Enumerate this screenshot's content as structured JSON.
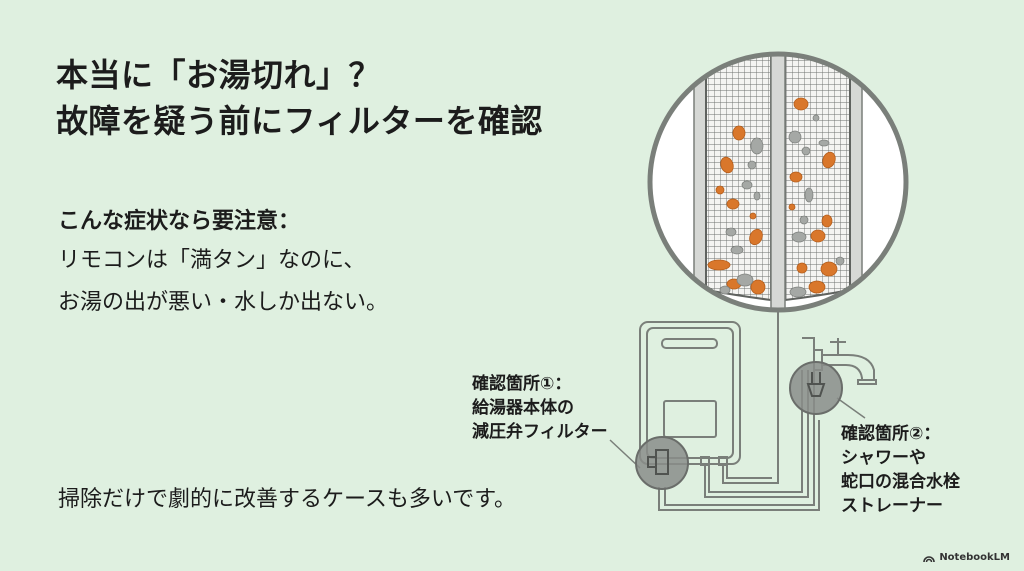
{
  "title": {
    "line1": "本当に「お湯切れ」？",
    "line2": "故障を疑う前にフィルターを確認"
  },
  "symptoms": {
    "heading": "こんな症状なら要注意：",
    "line1": "リモコンは「満タン」なのに、",
    "line2": "お湯の出が悪い・水しか出ない。"
  },
  "bottom_note": "掃除だけで劇的に改善するケースも多いです。",
  "callouts": [
    {
      "line1": "確認箇所①：",
      "line2": "給湯器本体の",
      "line3": "減圧弁フィルター"
    },
    {
      "line1": "確認箇所②：",
      "line2": "シャワーや",
      "line3": "蛇口の混合水栓",
      "line4": "ストレーナー"
    }
  ],
  "illustration": {
    "magnified_view": "clogged-filter-mesh",
    "components": [
      "water-heater",
      "faucet",
      "pipes"
    ]
  },
  "colors": {
    "background": "#dff0e0",
    "outline": "#7a7f7a",
    "debris_orange": "#d9772b",
    "debris_gray": "#a5a8a5",
    "callout_circle": "#8a8d8a"
  },
  "branding": {
    "label": "NotebookLM"
  }
}
